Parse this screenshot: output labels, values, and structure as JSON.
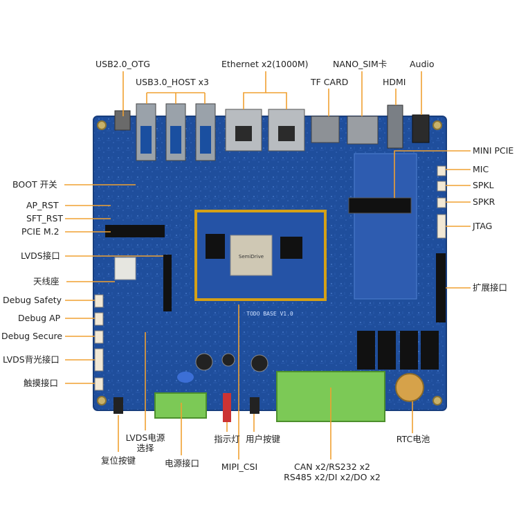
{
  "labels": {
    "top": {
      "usb2_otg": "USB2.0_OTG",
      "usb3_host": "USB3.0_HOST x3",
      "ethernet": "Ethernet x2(1000M)",
      "nano_sim": "NANO_SIM卡",
      "tf_card": "TF CARD",
      "audio": "Audio",
      "hdmi": "HDMI"
    },
    "left": {
      "boot": "BOOT 开关",
      "ap_rst": "AP_RST",
      "sft_rst": "SFT_RST",
      "pcie_m2": "PCIE M.2",
      "lvds": "LVDS接口",
      "antenna": "天线座",
      "debug_safety": "Debug Safety",
      "debug_ap": "Debug AP",
      "debug_secure": "Debug Secure",
      "lvds_backlight": "LVDS背光接口",
      "touch": "触摸接口"
    },
    "right": {
      "mini_pcie": "MINI PCIE",
      "mic": "MIC",
      "spkl": "SPKL",
      "spkr": "SPKR",
      "jtag": "JTAG",
      "expansion": "扩展接口"
    },
    "bottom": {
      "lvds_power_line1": "LVDS电源",
      "lvds_power_line2": "选择",
      "reset_button": "复位按键",
      "power_port": "电源接口",
      "indicator": "指示灯",
      "mipi_csi": "MIPI_CSI",
      "user_button": "用户按键",
      "can_line1": "CAN x2/RS232 x2",
      "can_line2": "RS485 x2/DI x2/DO x2",
      "rtc": "RTC电池"
    }
  },
  "board": {
    "silkscreen": "TODO BASE V1.0",
    "soc_marking": "SemiDrive"
  },
  "colors": {
    "pcb": "#1f4e9c",
    "leader": "#f0a030",
    "terminal": "#7cc956",
    "module_outline": "#d4a017"
  }
}
